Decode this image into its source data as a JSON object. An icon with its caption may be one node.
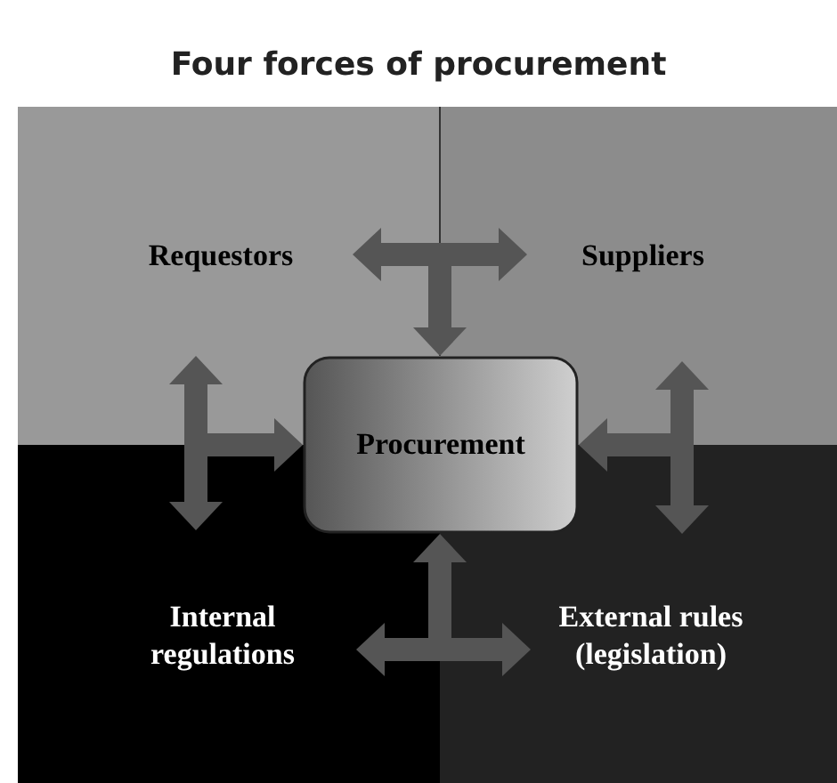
{
  "diagram": {
    "title": "Four forces of procurement",
    "nodes": [
      {
        "text": [
          "Requestors"
        ]
      },
      {
        "text": [
          "Suppliers"
        ]
      },
      {
        "text": [
          "Procurement"
        ]
      },
      {
        "text": [
          "Internal regulations"
        ]
      },
      {
        "text": [
          "External rules (legislation)"
        ]
      }
    ],
    "edges": [
      {
        "from": 0,
        "to": 1,
        "arrow": "both"
      },
      {
        "from": 0,
        "to": 2,
        "arrow": "both"
      },
      {
        "from": 1,
        "to": 2,
        "arrow": "both"
      },
      {
        "from": 0,
        "to": 3,
        "arrow": "both"
      },
      {
        "from": 0,
        "to": 2,
        "arrow": "both"
      },
      {
        "from": 3,
        "to": 2,
        "arrow": "both"
      },
      {
        "from": 1,
        "to": 4,
        "arrow": "both"
      },
      {
        "from": 1,
        "to": 2,
        "arrow": "both"
      },
      {
        "from": 4,
        "to": 2,
        "arrow": "both"
      },
      {
        "from": 3,
        "to": 4,
        "arrow": "both"
      },
      {
        "from": 3,
        "to": 2,
        "arrow": "both"
      },
      {
        "from": 4,
        "to": 2,
        "arrow": "both"
      }
    ]
  }
}
